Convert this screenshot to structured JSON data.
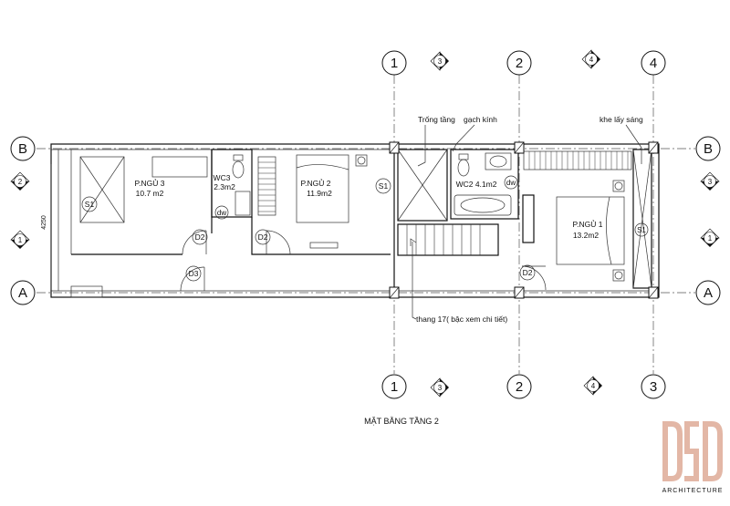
{
  "drawing": {
    "title": "MẶT BẰNG TẦNG 2",
    "grid_cols_top": [
      "1",
      "2",
      "4"
    ],
    "grid_cols_bottom": [
      "1",
      "2",
      "3"
    ],
    "section_marks_top": [
      "3",
      "4"
    ],
    "section_marks_bottom": [
      "3",
      "4"
    ],
    "grid_rows": [
      "B",
      "A"
    ],
    "side_marks_left": [
      "2",
      "1"
    ],
    "side_marks_right": [
      "3",
      "1"
    ],
    "dimension": "4250"
  },
  "rooms": {
    "bed3": {
      "name": "P.NGỦ 3",
      "area": "10.7 m2"
    },
    "bed2": {
      "name": "P.NGỦ 2",
      "area": "11.9m2"
    },
    "bed1": {
      "name": "P.NGỦ 1",
      "area": "13.2m2"
    },
    "wc3": {
      "name": "WC3",
      "area": "2.3m2"
    },
    "wc2": {
      "label": "WC2  4.1m2"
    }
  },
  "tags": {
    "s1": "S1",
    "dw": "dw",
    "d2": "D2",
    "d3": "D3"
  },
  "notes": {
    "void": "Trống tầng",
    "glass": "gạch kính",
    "skylight": "khe lấy sáng",
    "stair": "thang 17( bậc xem chi tiết)"
  },
  "brand": {
    "name": "ARCHITECTURE",
    "accent": "#e3b7a6"
  }
}
